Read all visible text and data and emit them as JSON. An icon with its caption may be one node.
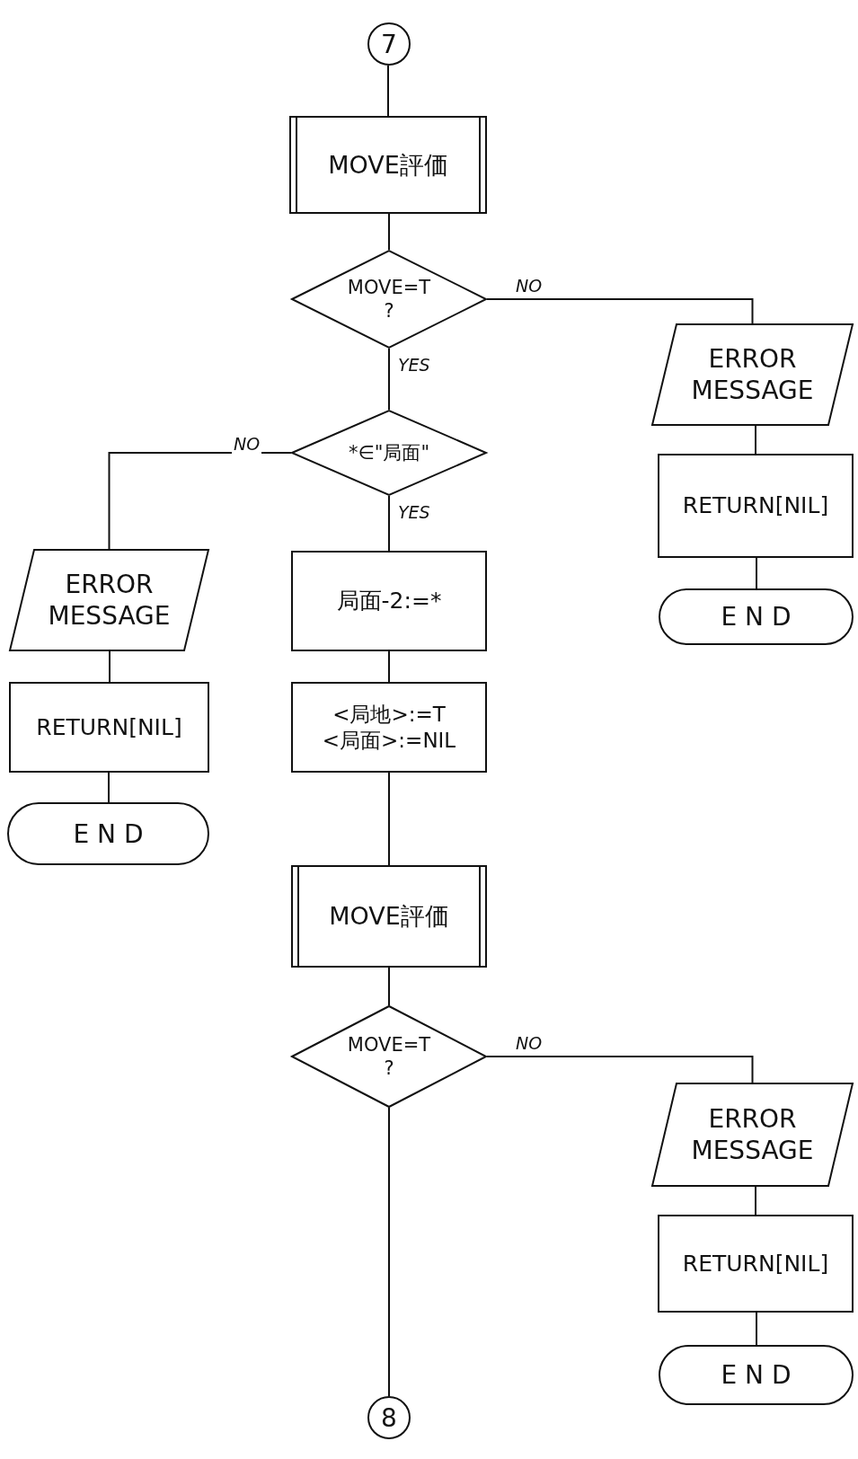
{
  "diagram": {
    "nodes": [
      {
        "text": [
          "7"
        ]
      },
      {
        "text": [
          "MOVE評価"
        ]
      },
      {
        "text": [
          "MOVE=T ?"
        ]
      },
      {
        "text": [
          "ERROR MESSAGE"
        ]
      },
      {
        "text": [
          "RETURN[NIL]"
        ]
      },
      {
        "text": [
          "E N D"
        ]
      },
      {
        "text": [
          "*∈\"局面\""
        ]
      },
      {
        "text": [
          "ERROR MESSAGE"
        ]
      },
      {
        "text": [
          "RETURN[NIL]"
        ]
      },
      {
        "text": [
          "E N D"
        ]
      },
      {
        "text": [
          "局面-2:=*"
        ]
      },
      {
        "text": [
          "<局地>:=T",
          "<局面>:=NIL"
        ]
      },
      {
        "text": [
          "MOVE評価"
        ]
      },
      {
        "text": [
          "MOVE=T ?"
        ]
      },
      {
        "text": [
          "ERROR MESSAGE"
        ]
      },
      {
        "text": [
          "RETURN[NIL]"
        ]
      },
      {
        "text": [
          "E N D"
        ]
      },
      {
        "text": [
          "8"
        ]
      }
    ],
    "edges": [
      {
        "from": 0,
        "to": 1,
        "arrow": "none"
      },
      {
        "from": 1,
        "to": 2,
        "arrow": "none"
      },
      {
        "from": 2,
        "to": 3,
        "arrow": "none",
        "label": "NO"
      },
      {
        "from": 3,
        "to": 4,
        "arrow": "none"
      },
      {
        "from": 4,
        "to": 5,
        "arrow": "none"
      },
      {
        "from": 2,
        "to": 6,
        "arrow": "none",
        "label": "YES"
      },
      {
        "from": 6,
        "to": 7,
        "arrow": "none",
        "label": "NO"
      },
      {
        "from": 7,
        "to": 8,
        "arrow": "none"
      },
      {
        "from": 8,
        "to": 9,
        "arrow": "none"
      },
      {
        "from": 6,
        "to": 10,
        "arrow": "none",
        "label": "YES"
      },
      {
        "from": 10,
        "to": 11,
        "arrow": "none"
      },
      {
        "from": 11,
        "to": 12,
        "arrow": "none"
      },
      {
        "from": 12,
        "to": 13,
        "arrow": "none"
      },
      {
        "from": 13,
        "to": 14,
        "arrow": "none",
        "label": "NO"
      },
      {
        "from": 14,
        "to": 15,
        "arrow": "none"
      },
      {
        "from": 15,
        "to": 16,
        "arrow": "none"
      },
      {
        "from": 13,
        "to": 17,
        "arrow": "none"
      }
    ]
  }
}
